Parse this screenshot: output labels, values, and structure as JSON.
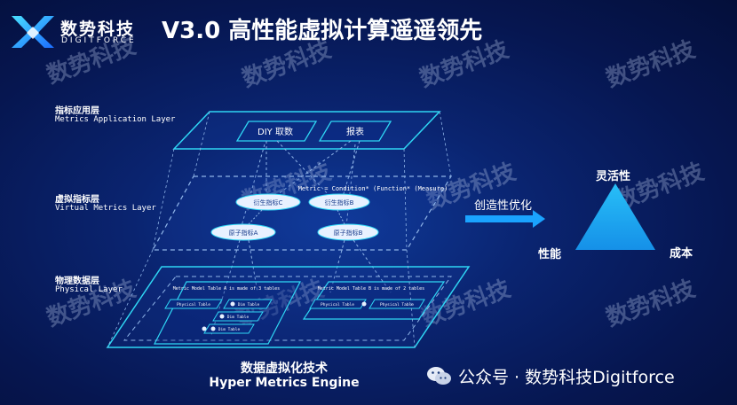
{
  "header": {
    "logo_cn": "数势科技",
    "logo_en": "DIGITFORCE",
    "title": "V3.0 高性能虚拟计算遥遥领先"
  },
  "layers": {
    "application": {
      "cn": "指标应用层",
      "en": "Metrics Application Layer"
    },
    "virtual": {
      "cn": "虚拟指标层",
      "en": "Virtual Metrics Layer"
    },
    "physical": {
      "cn": "物理数据层",
      "en": "Physical Layer"
    }
  },
  "app_boxes": {
    "diy": "DIY 取数",
    "report": "报表"
  },
  "virtual": {
    "formula": "Metric = Condition* (Function* (Measure)",
    "derived_c": "衍生指标C",
    "derived_b": "衍生指标B",
    "atomic_a": "原子指标A",
    "atomic_b": "原子指标B"
  },
  "physical": {
    "model_a": "Metric Model Table A is made of 3 tables",
    "model_b": "Metric Model Table B is made of 2 tables",
    "physical_table": "Physical Table",
    "dim_table": "Dim Table"
  },
  "engine": {
    "cn": "数据虚拟化技术",
    "en": "Hyper Metrics Engine"
  },
  "right_panel": {
    "optimize": "创造性优化",
    "flexibility": "灵活性",
    "performance": "性能",
    "cost": "成本"
  },
  "watermark": "数势科技",
  "footer": "公众号 · 数势科技Digitforce",
  "colors": {
    "line": "#2fd6f4",
    "dash": "#8fb4e8",
    "arrow": "#1aa3ff",
    "triangle": "#1aa6f0",
    "ellipse_fill": "#e8f1ff",
    "ellipse_text": "#173a8a"
  }
}
